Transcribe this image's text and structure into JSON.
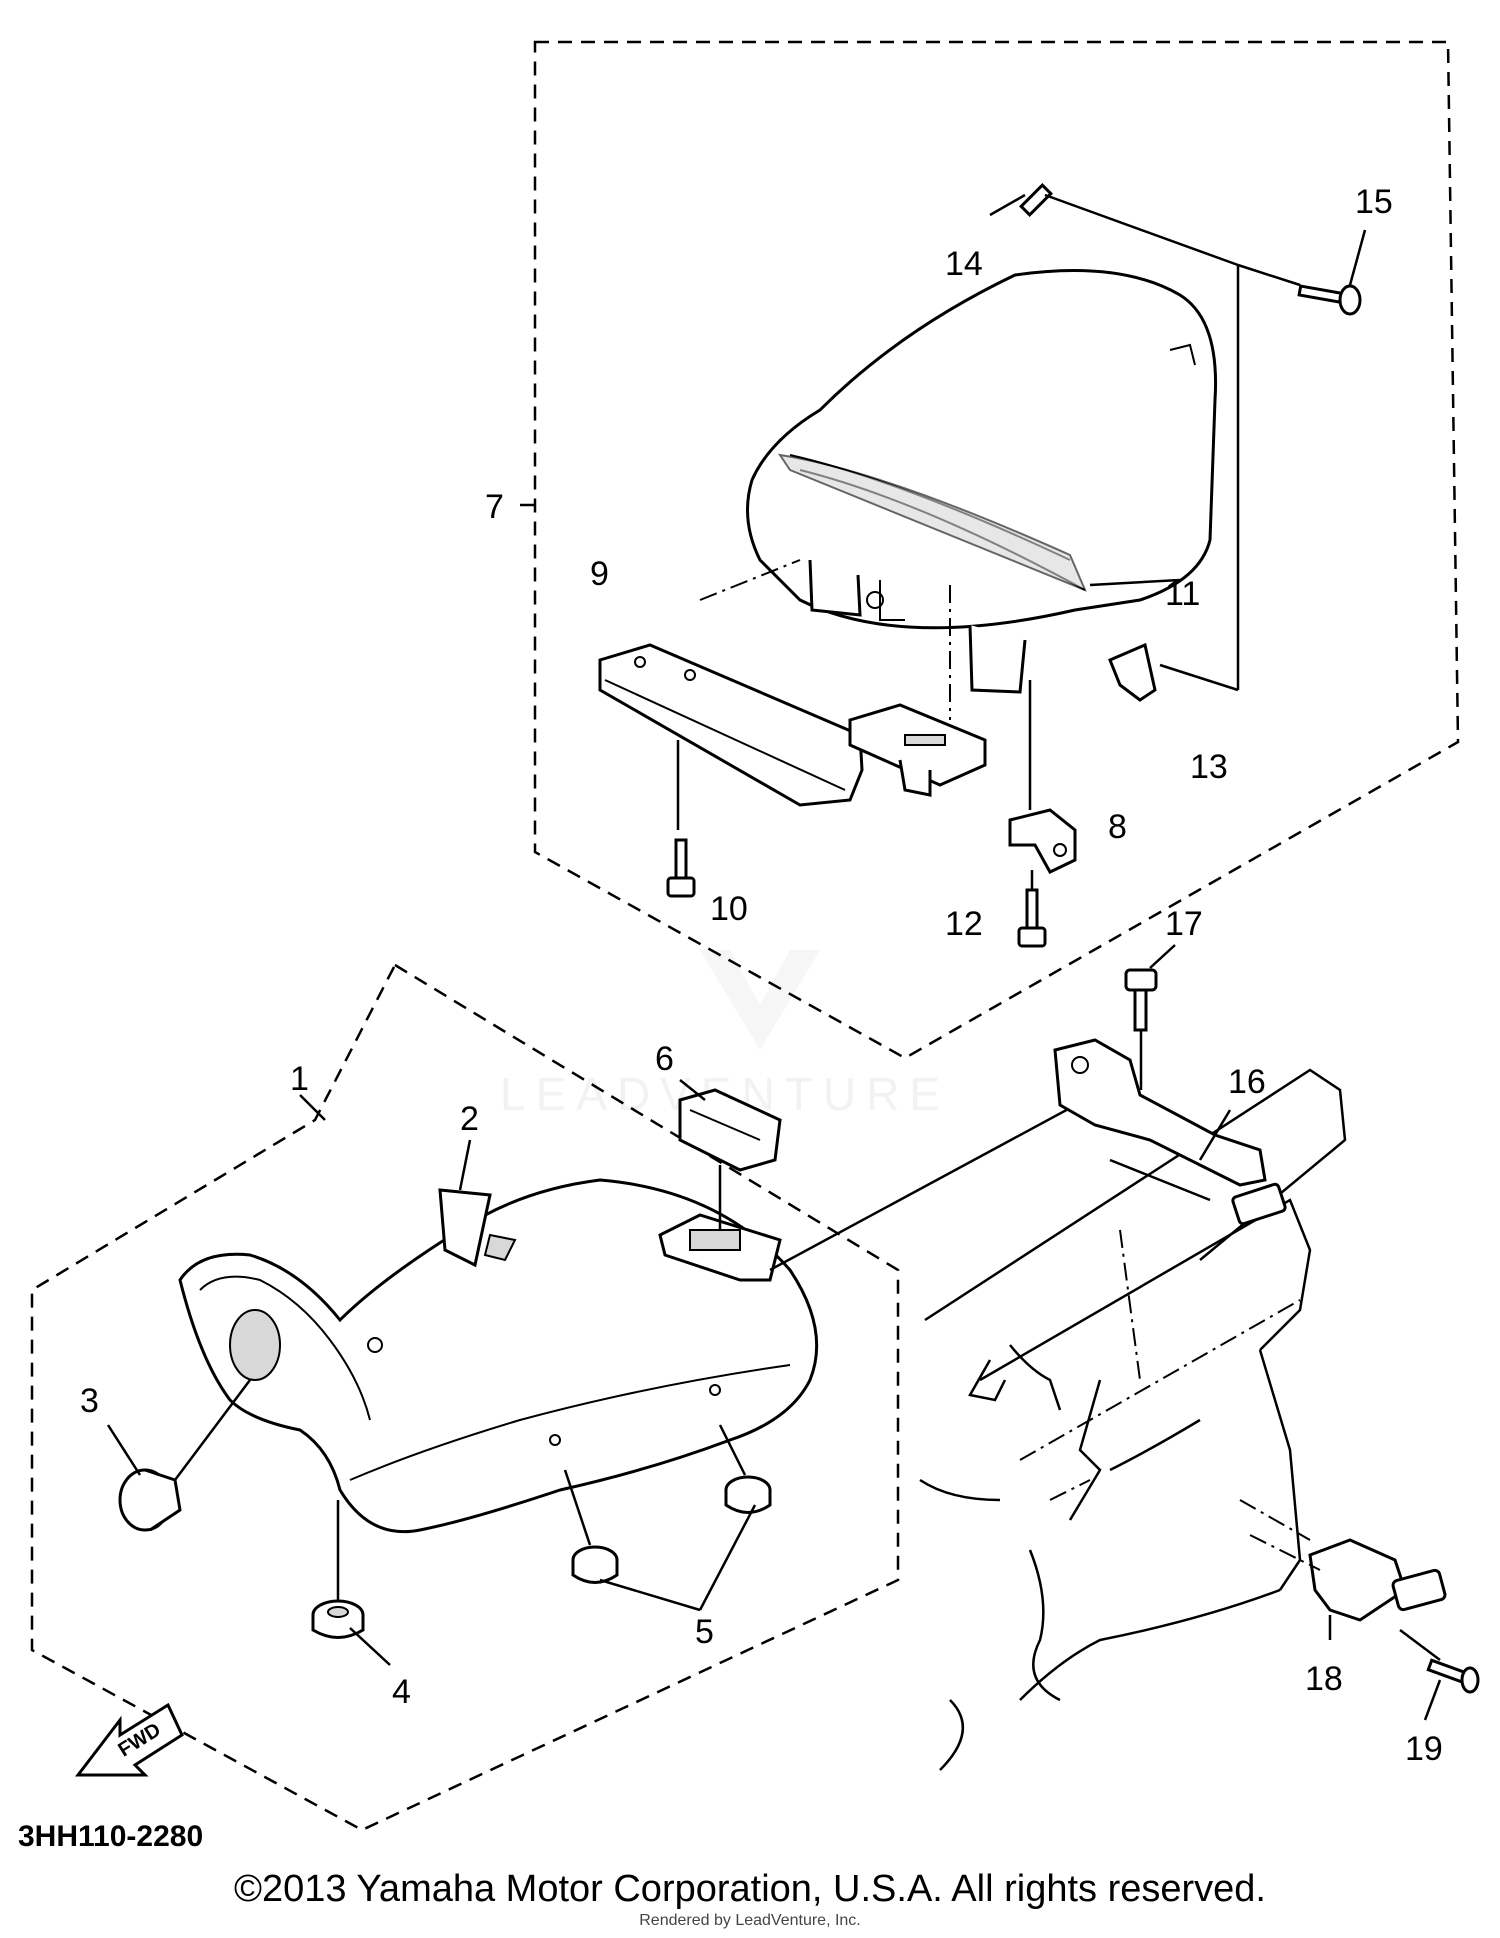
{
  "diagram": {
    "callouts": [
      "1",
      "2",
      "3",
      "4",
      "5",
      "6",
      "7",
      "8",
      "9",
      "10",
      "11",
      "12",
      "13",
      "14",
      "15",
      "16",
      "17",
      "18",
      "19"
    ],
    "fwd_label": "FWD",
    "diagram_code": "3HH110-2280",
    "watermark": "LEADVENTURE",
    "copyright": "©2013 Yamaha Motor Corporation, U.S.A. All rights reserved.",
    "rendered_by": "Rendered by LeadVenture, Inc."
  }
}
